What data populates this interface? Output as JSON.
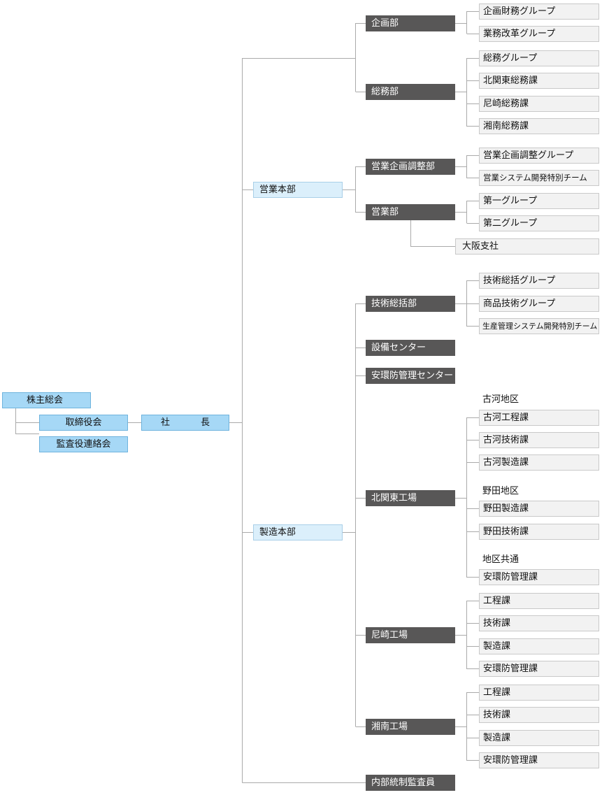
{
  "shareholders": "株主総会",
  "board": "取締役会",
  "audit_committee": "監査役連絡会",
  "president": [
    "社",
    "長"
  ],
  "hq_sales": "営業本部",
  "hq_mfg": "製造本部",
  "depts": {
    "planning": "企画部",
    "general_affairs": "総務部",
    "sales_planning": "営業企画調整部",
    "sales": "営業部",
    "tech": "技術総括部",
    "facilities": "設備センター",
    "safety_center": "安環防管理センター",
    "kitakanto": "北関東工場",
    "amagasaki": "尼崎工場",
    "shonan": "湘南工場",
    "internal_audit": "内部統制監査員"
  },
  "groups": {
    "planning": [
      "企画財務グループ",
      "業務改革グループ"
    ],
    "general_affairs": [
      "総務グループ",
      "北関東総務課",
      "尼崎総務課",
      "湘南総務課"
    ],
    "sales_planning": [
      "営業企画調整グループ",
      "営業システム開発特別チーム"
    ],
    "sales": [
      "第一グループ",
      "第二グループ"
    ],
    "osaka": "大阪支社",
    "tech": [
      "技術総括グループ",
      "商品技術グループ",
      "生産管理システム開発特別チーム"
    ],
    "koga_label": "古河地区",
    "koga": [
      "古河工程課",
      "古河技術課",
      "古河製造課"
    ],
    "noda_label": "野田地区",
    "noda": [
      "野田製造課",
      "野田技術課"
    ],
    "common_label": "地区共通",
    "common": [
      "安環防管理課"
    ],
    "amagasaki": [
      "工程課",
      "技術課",
      "製造課",
      "安環防管理課"
    ],
    "shonan": [
      "工程課",
      "技術課",
      "製造課",
      "安環防管理課"
    ]
  }
}
